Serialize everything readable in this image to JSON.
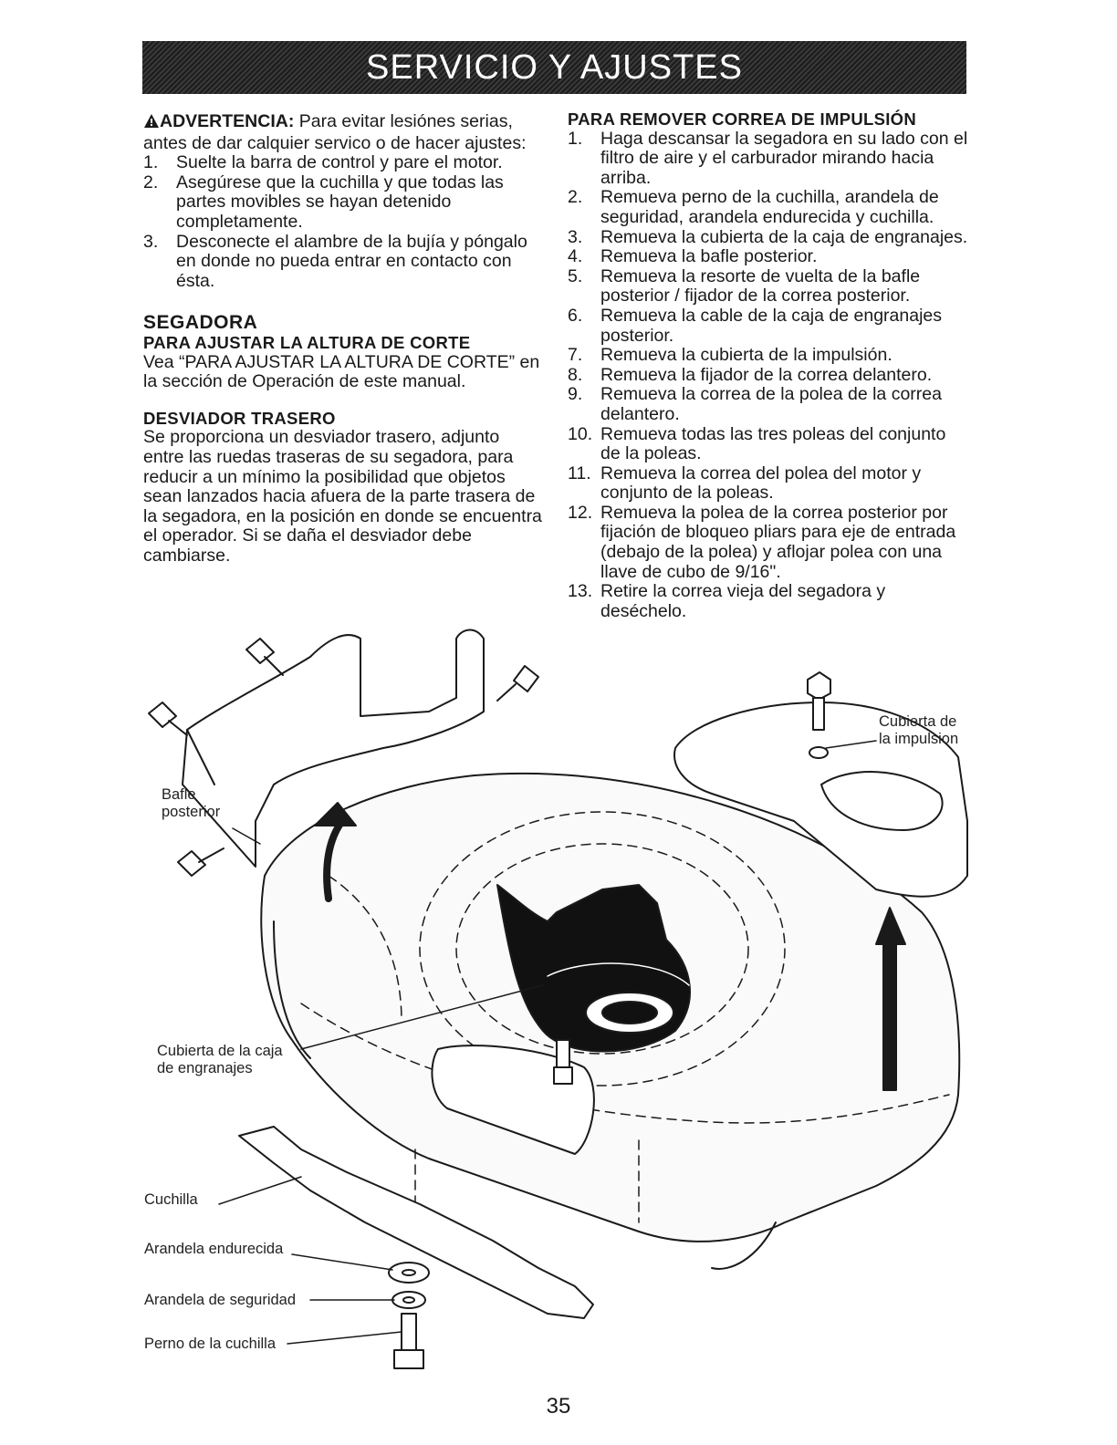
{
  "header": {
    "title": "SERVICIO Y AJUSTES"
  },
  "warning": {
    "label": "ADVERTENCIA:",
    "text": "Para evitar lesiónes serias, antes de dar calquier servico o de hacer ajustes:",
    "items": [
      {
        "n": "1.",
        "text": "Suelte la barra de control y pare el motor."
      },
      {
        "n": "2.",
        "text": "Asegúrese que la cuchilla y que todas las partes movibles se hayan detenido completamente."
      },
      {
        "n": "3.",
        "text": "Desconecte el alambre de la bujía y póngalo en donde no pueda entrar en contacto con ésta."
      }
    ]
  },
  "segadora": {
    "heading": "SEGADORA",
    "cut_heading": "PARA AJUSTAR LA ALTURA DE CORTE",
    "cut_text": "Vea “PARA AJUSTAR LA ALTURA DE CORTE” en la sección de Operación de este manual.",
    "deflector_heading": "DESVIADOR TRASERO",
    "deflector_text": "Se proporciona un desviador trasero, adjunto entre las ruedas traseras de su segadora, para reducir a un mínimo la posibilidad que objetos sean lanzados hacia afuera de la parte trasera de la segadora, en la posición en donde se encuentra el operador. Si se daña el desviador debe cambiarse."
  },
  "belt": {
    "heading": "PARA REMOVER CORREA DE IMPULSIÓN",
    "steps": [
      {
        "n": "1.",
        "text": "Haga descansar la segadora en su lado con el filtro de aire y el carburador mirando hacia arriba."
      },
      {
        "n": "2.",
        "text": "Remueva perno de la cuchilla, arandela de seguridad, arandela endurecida y cuchilla."
      },
      {
        "n": "3.",
        "text": "Remueva la cubierta de la caja de engranajes."
      },
      {
        "n": "4.",
        "text": "Remueva la bafle posterior."
      },
      {
        "n": "5.",
        "text": "Remueva la resorte de vuelta de la bafle posterior / fijador de la correa posterior."
      },
      {
        "n": "6.",
        "text": "Remueva la cable de la caja de engranajes posterior."
      },
      {
        "n": "7.",
        "text": "Remueva la cubierta de la impulsión."
      },
      {
        "n": "8.",
        "text": "Remueva la fijador de la correa delantero."
      },
      {
        "n": "9.",
        "text": "Remueva la correa de la polea de la correa delantero."
      },
      {
        "n": "10.",
        "text": "Remueva todas las tres poleas del conjunto de la poleas."
      },
      {
        "n": "11.",
        "text": "Remueva la correa del polea del motor y conjunto de la poleas."
      },
      {
        "n": "12.",
        "text": "Remueva la polea de la correa posterior por fijación de bloqueo pliars para eje de entrada (debajo de la polea) y aflojar polea con una llave de cubo de 9/16\"."
      },
      {
        "n": "13.",
        "text": "Retire la correa vieja del segadora y deséchelo."
      }
    ]
  },
  "diagram": {
    "labels": {
      "bafle": "Bafle\nposterior",
      "cubierta_impulsion": "Cubierta de\nla impulsion",
      "cubierta_caja": "Cubierta de la caja\nde engranajes",
      "cuchilla": "Cuchilla",
      "arandela_endurecida": "Arandela endurecida",
      "arandela_seguridad": "Arandela de seguridad",
      "perno": "Perno de la cuchilla"
    }
  },
  "page_number": "35"
}
